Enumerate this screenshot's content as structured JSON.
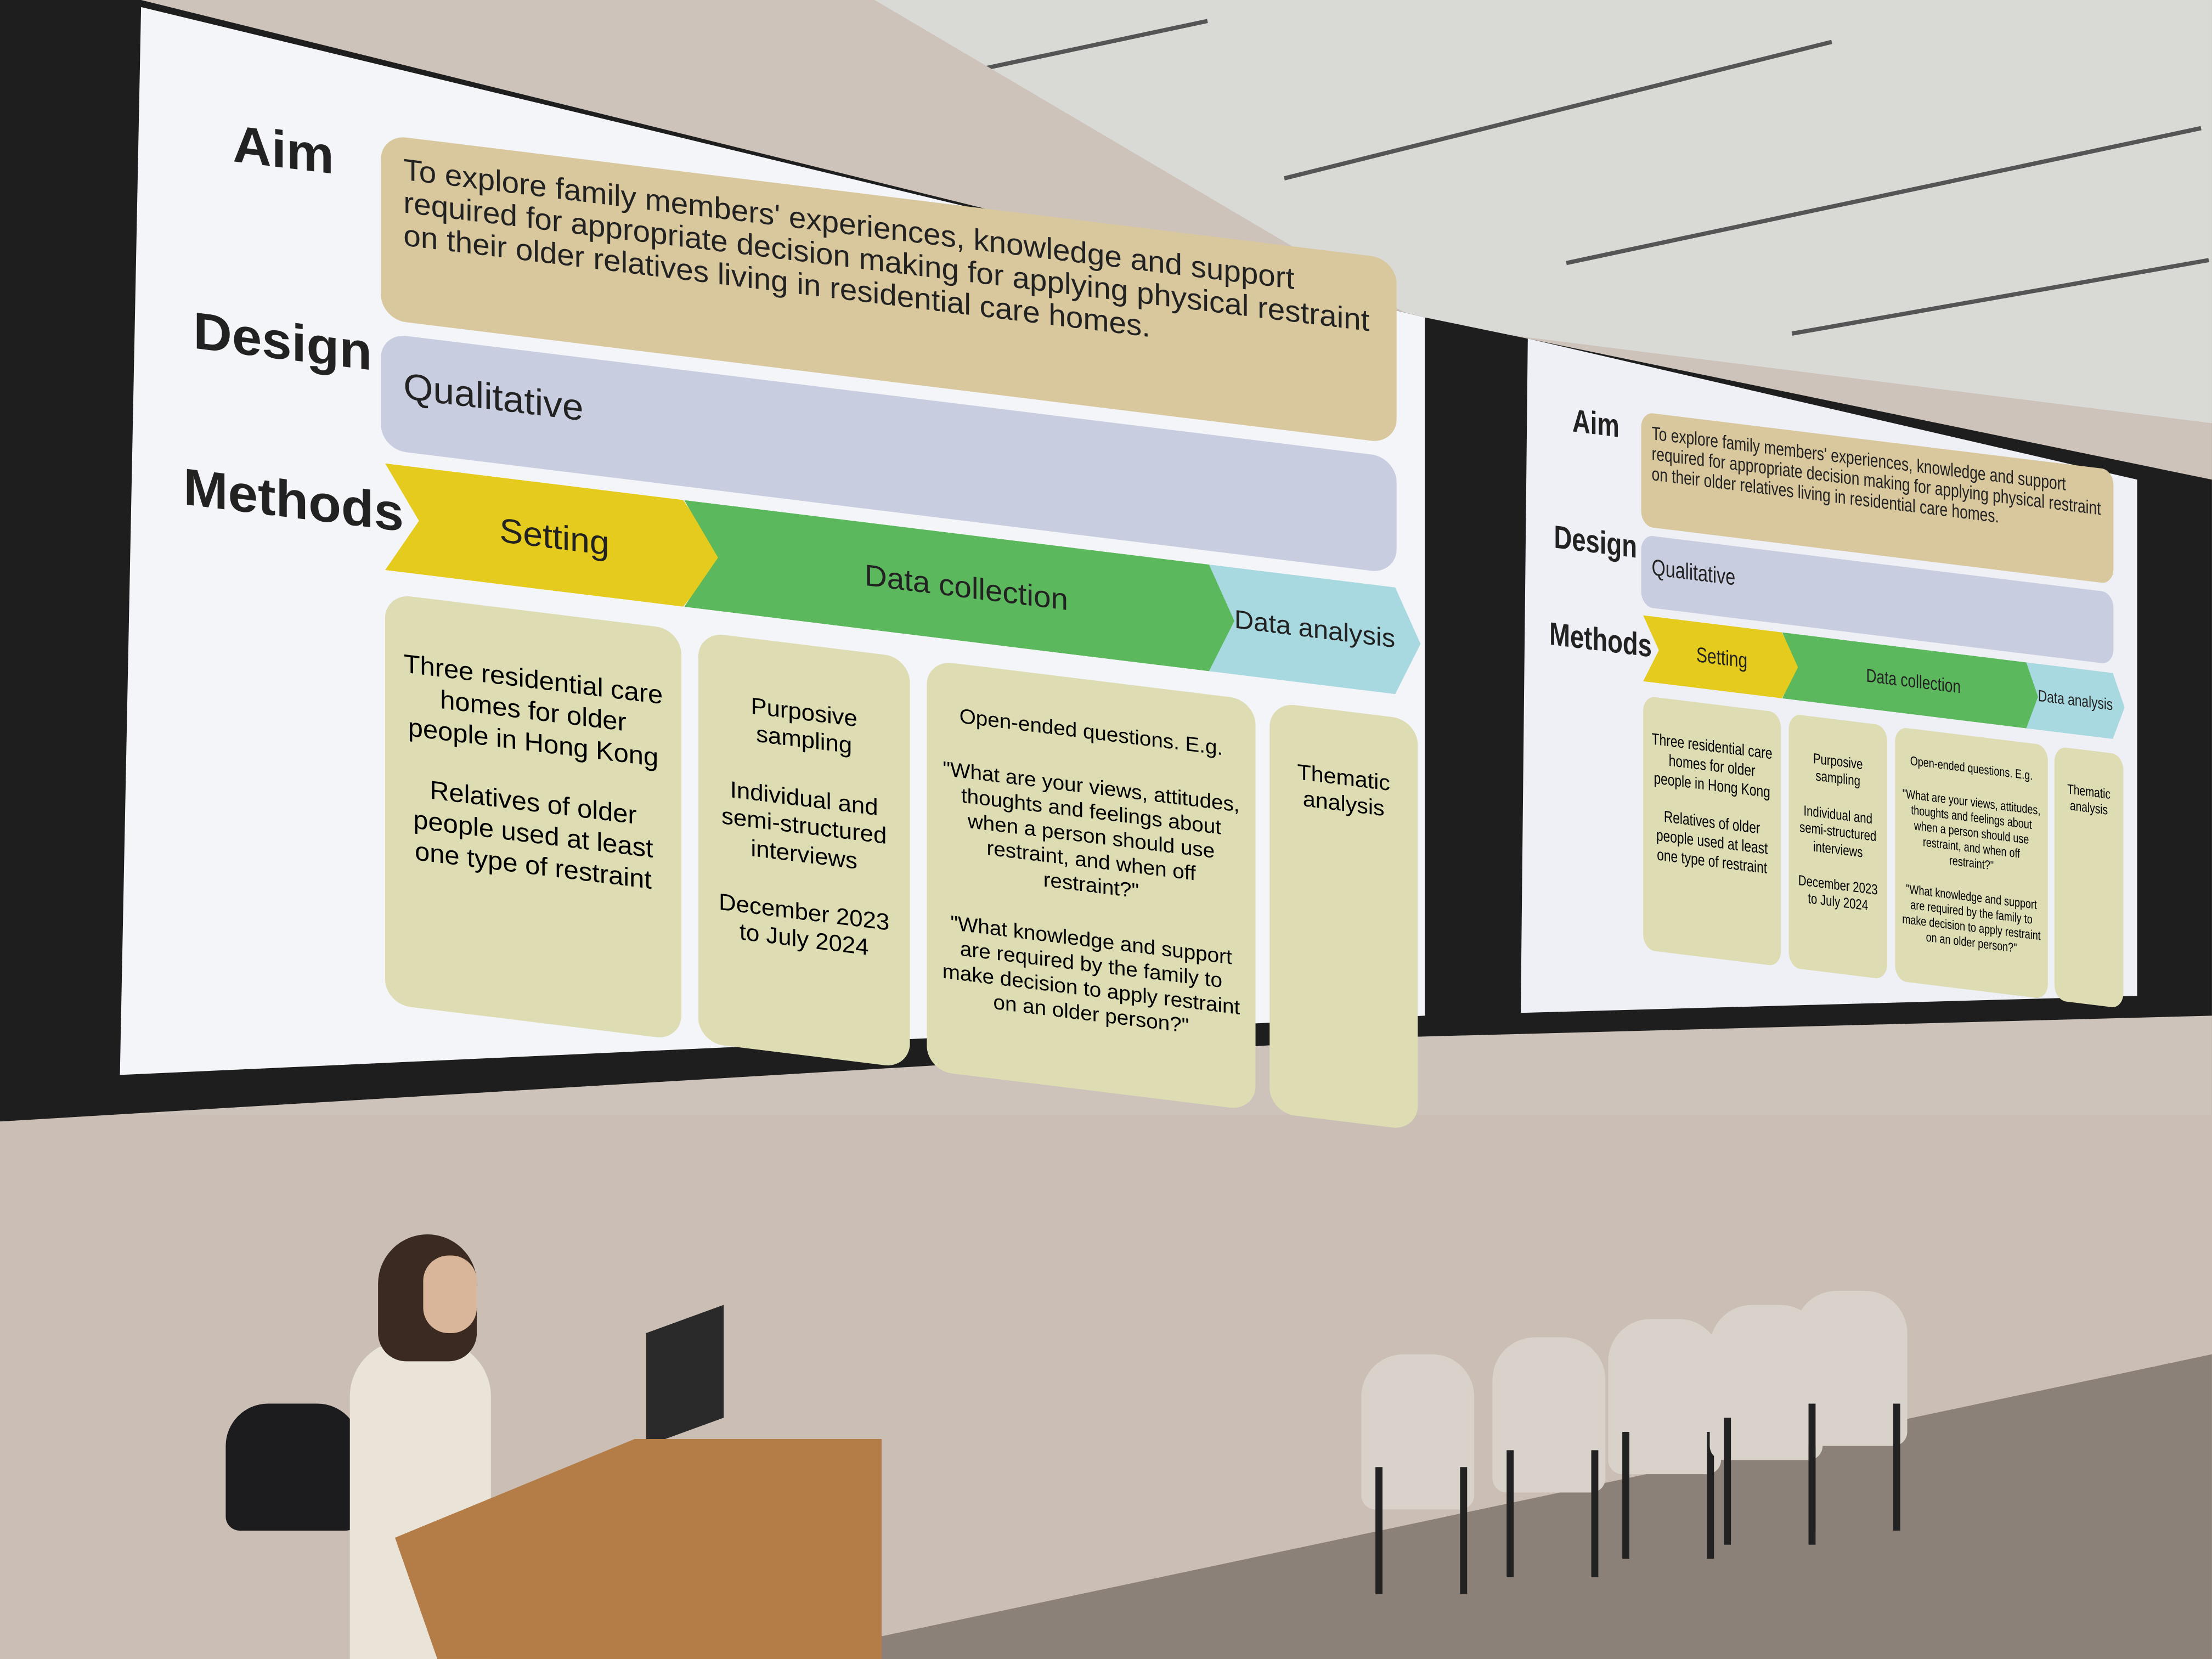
{
  "slide": {
    "aim_label": "Aim",
    "aim_text": "To explore family members' experiences, knowledge and support required for appropriate decision making for applying physical restraint on their older relatives living in residential care homes.",
    "design_label": "Design",
    "design_text": "Qualitative",
    "methods_label": "Methods",
    "stages": [
      "Setting",
      "Data collection",
      "Data analysis"
    ],
    "setting": [
      "Three residential care homes for older people in Hong Kong",
      "Relatives of older people used at least one type of restraint"
    ],
    "sampling": [
      "Purposive sampling",
      "Individual and semi-structured interviews",
      "December 2023 to July 2024"
    ],
    "questions": [
      "Open-ended questions. E.g.",
      "\"What are your views, attitudes, thoughts and feelings about when a person should use restraint, and when off restraint?\"",
      "\"What knowledge and support are required by the family to make decision to apply restraint on an older person?\""
    ],
    "analysis": "Thematic analysis"
  },
  "colors": {
    "setting": "#e4cb1d",
    "data_collection": "#5cb85c",
    "data_analysis": "#a9d9e0",
    "aim_box": "#d9c89d",
    "design_box": "#c9cde0",
    "method_box": "#dddcb3"
  }
}
